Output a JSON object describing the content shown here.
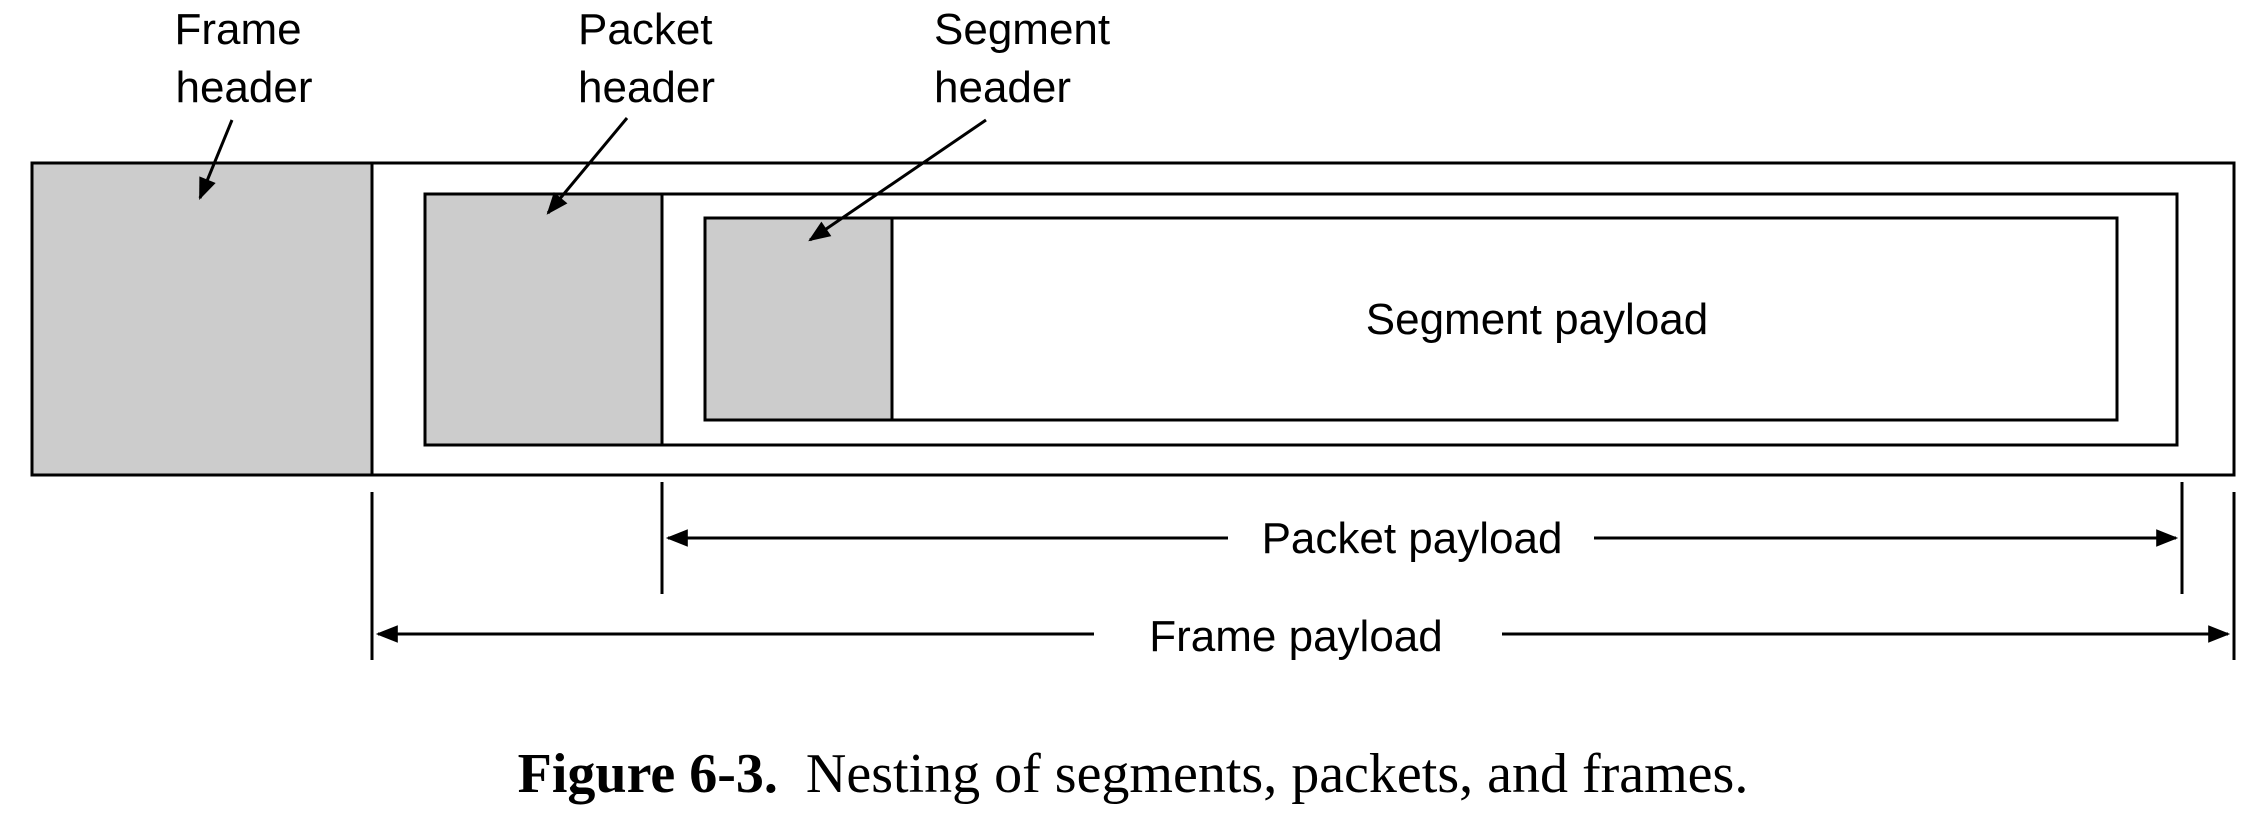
{
  "diagram": {
    "labels": {
      "frame_header_line1": "Frame",
      "frame_header_line2": "header",
      "packet_header_line1": "Packet",
      "packet_header_line2": "header",
      "segment_header_line1": "Segment",
      "segment_header_line2": "header",
      "segment_payload": "Segment payload",
      "packet_payload": "Packet payload",
      "frame_payload": "Frame payload"
    },
    "colors": {
      "header_fill": "#cccccc",
      "payload_fill": "#ffffff",
      "stroke": "#000000"
    }
  },
  "caption": {
    "number": "Figure 6-3.",
    "text": "Nesting of segments, packets, and frames."
  }
}
